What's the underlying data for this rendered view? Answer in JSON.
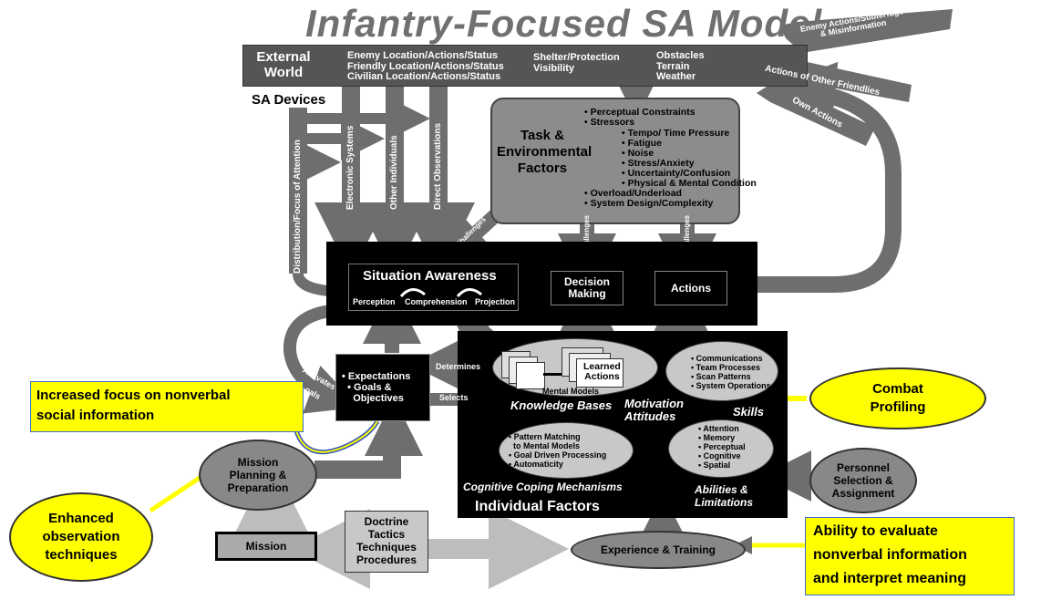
{
  "title": "Infantry-Focused SA Model",
  "external_world": {
    "label": "External\nWorld",
    "col1": "Enemy Location/Actions/Status\nFriendly Location/Actions/Status\nCivilian Location/Actions/Status",
    "col2": "Shelter/Protection\nVisibility",
    "col3": "Obstacles\nTerrain\nWeather"
  },
  "right_arrows": {
    "enemy": "Enemy Actions/Subterfuge\n& Misinformation",
    "friendlies": "Actions of Other Friendlies",
    "own": "Own Actions"
  },
  "sa_devices": "SA Devices",
  "vertical_labels": {
    "distribution": "Distribution/Focus of Attention",
    "electronic": "Electronic Systems",
    "individuals": "Other Individuals",
    "direct": "Direct Observations",
    "challenges": "Challenges",
    "activates": "Activates",
    "goals_frag": "oals"
  },
  "task": {
    "title": "Task &\nEnvironmental\nFactors",
    "top_bullets": "• Perceptual Constraints\n• Stressors",
    "stressors": "• Tempo/ Time Pressure\n• Fatigue\n• Noise\n• Stress/Anxiety\n• Uncertainty/Confusion\n• Physical & Mental Condition",
    "bottom_bullets": "• Overload/Underload\n• System Design/Complexity"
  },
  "sa": {
    "title": "Situation Awareness",
    "perception": "Perception",
    "comprehension": "Comprehension",
    "projection": "Projection"
  },
  "decision": "Decision\nMaking",
  "actions": "Actions",
  "expectations": "• Expectations\n  • Goals &\n    Objectives",
  "determines": "Determines",
  "selects": "Selects",
  "individual": {
    "mental_models": "Mental Models",
    "learned_actions": "Learned\nActions",
    "knowledge_bases": "Knowledge Bases",
    "motivation": "Motivation\nAttitudes",
    "skills_list": "• Communications\n• Team Processes\n• Scan Patterns\n• System Operations",
    "skills": "Skills",
    "abilities_list": "• Attention\n• Memory\n• Perceptual\n• Cognitive\n• Spatial",
    "coping_list": "• Pattern Matching\n  to Mental Models\n• Goal Driven Processing\n• Automaticity",
    "coping": "Cognitive Coping Mechanisms",
    "abilities": "Abilities &\nLimitations",
    "factors": "Individual Factors"
  },
  "mission_planning": "Mission\nPlanning &\nPreparation",
  "mission": "Mission",
  "doctrine": "Doctrine\nTactics\nTechniques\nProcedures",
  "experience": "Experience & Training",
  "personnel": "Personnel\nSelection &\nAssignment",
  "callouts": {
    "nonverbal_focus": "Increased focus on nonverbal\nsocial information",
    "combat_profiling": "Combat\nProfiling",
    "enhanced_observation": "Enhanced\nobservation\ntechniques",
    "evaluate_nonverbal": "Ability to evaluate\nnonverbal information\nand interpret meaning"
  },
  "colors": {
    "callout_yellow": "#ffff00",
    "box_black": "#000000",
    "arrow_gray": "#6e6e6e",
    "task_gray": "#8c8c8c"
  }
}
